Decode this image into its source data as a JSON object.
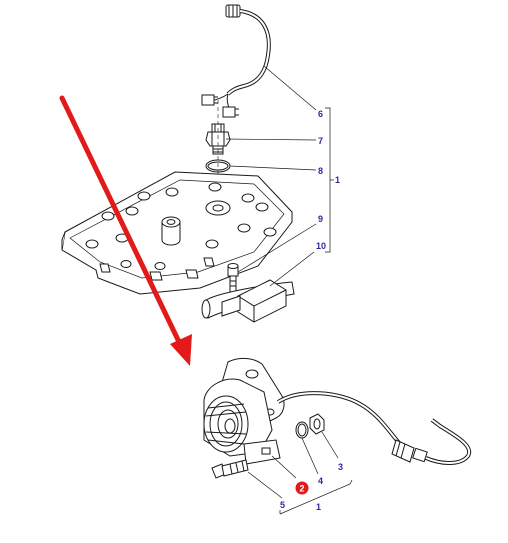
{
  "colors": {
    "line": "#1a1a1a",
    "callout_text": "#2a2aa0",
    "arrow": "#e21a1a",
    "highlight_badge": "#e21a1a",
    "badge_text": "#ffffff"
  },
  "callouts": {
    "top": {
      "n6": "6",
      "n7": "7",
      "n8": "8",
      "n9": "9",
      "n10": "10",
      "group": "1"
    },
    "bottom": {
      "n5": "5",
      "n4": "4",
      "n3": "3",
      "group": "1",
      "highlighted": "2"
    }
  }
}
